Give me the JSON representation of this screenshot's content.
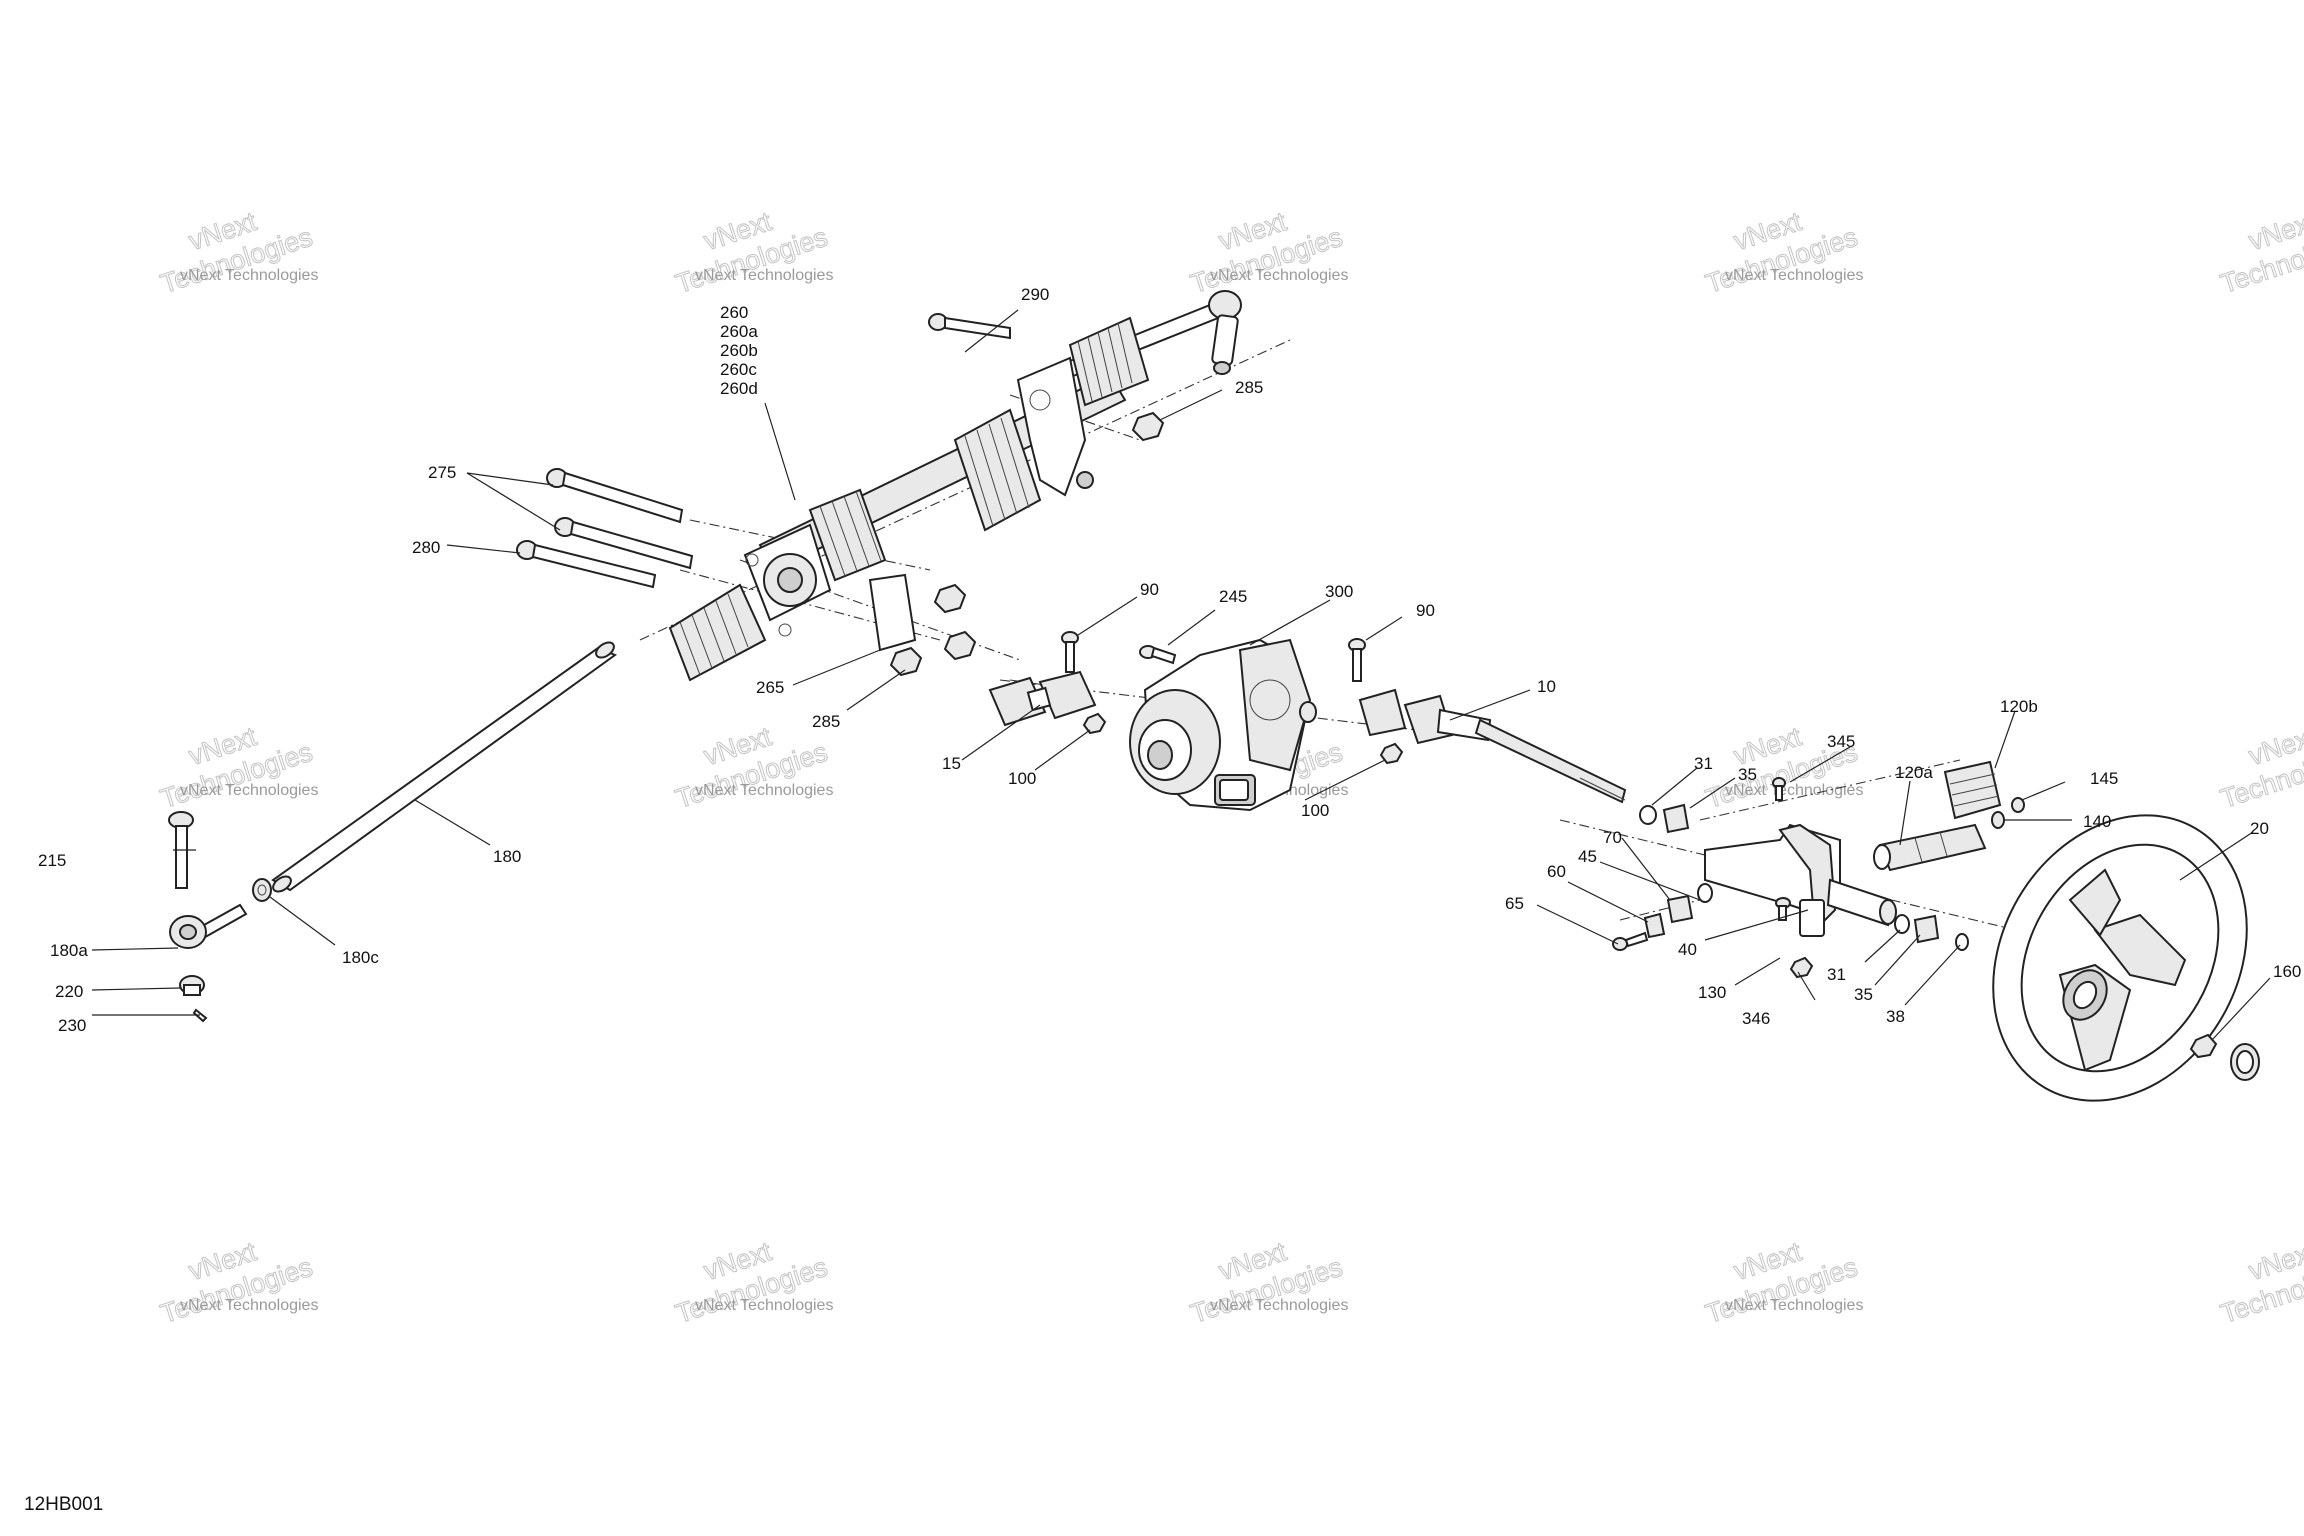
{
  "figure_id": "12HB001",
  "watermark": {
    "line_small": "vNext Technologies",
    "line_big": "vNext",
    "line_big2": "Technologies"
  },
  "callouts": {
    "c10": "10",
    "c15": "15",
    "c20": "20",
    "c31a": "31",
    "c31b": "31",
    "c35a": "35",
    "c35b": "35",
    "c38": "38",
    "c40": "40",
    "c45": "45",
    "c60": "60",
    "c65": "65",
    "c70": "70",
    "c90a": "90",
    "c90b": "90",
    "c100a": "100",
    "c100b": "100",
    "c120a": "120a",
    "c120b": "120b",
    "c130": "130",
    "c140": "140",
    "c145": "145",
    "c160": "160",
    "c180": "180",
    "c180a": "180a",
    "c180c": "180c",
    "c215": "215",
    "c220": "220",
    "c230": "230",
    "c245": "245",
    "c260": "260",
    "c260a": "260a",
    "c260b": "260b",
    "c260c": "260c",
    "c260d": "260d",
    "c265": "265",
    "c275": "275",
    "c280": "280",
    "c285a": "285",
    "c285b": "285",
    "c290": "290",
    "c300": "300",
    "c345": "345",
    "c346": "346"
  }
}
